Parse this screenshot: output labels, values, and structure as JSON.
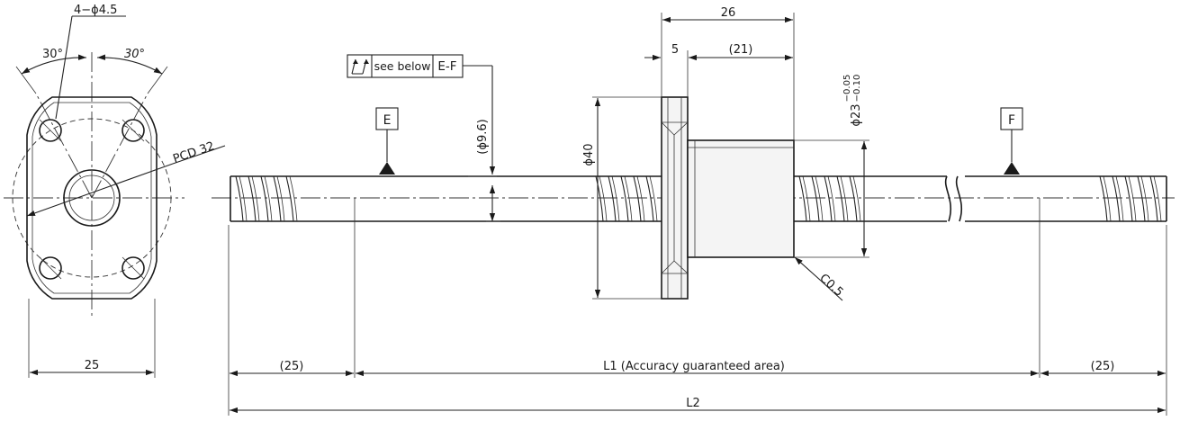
{
  "nut_end_view": {
    "hole_spec": "4−ϕ4.5",
    "angle_left": "30°",
    "angle_right": "30°",
    "pcd": "PCD 32",
    "width": "25"
  },
  "geometric_tolerance": {
    "note": "see below",
    "datum": "E-F"
  },
  "datums": {
    "e": "E",
    "f": "F"
  },
  "shaft": {
    "diameter": "(ϕ9.6)",
    "end_left": "(25)",
    "accuracy_area": "L1 (Accuracy guaranteed area)",
    "end_right": "(25)",
    "total_length": "L2"
  },
  "nut_side_view": {
    "flange_diameter": "ϕ40",
    "overall_length": "26",
    "flange_width": "5",
    "body_length": "(21)",
    "body_diameter": "ϕ23",
    "body_tol_upper": "−0.05",
    "body_tol_lower": "−0.10",
    "chamfer": "C0.5"
  }
}
